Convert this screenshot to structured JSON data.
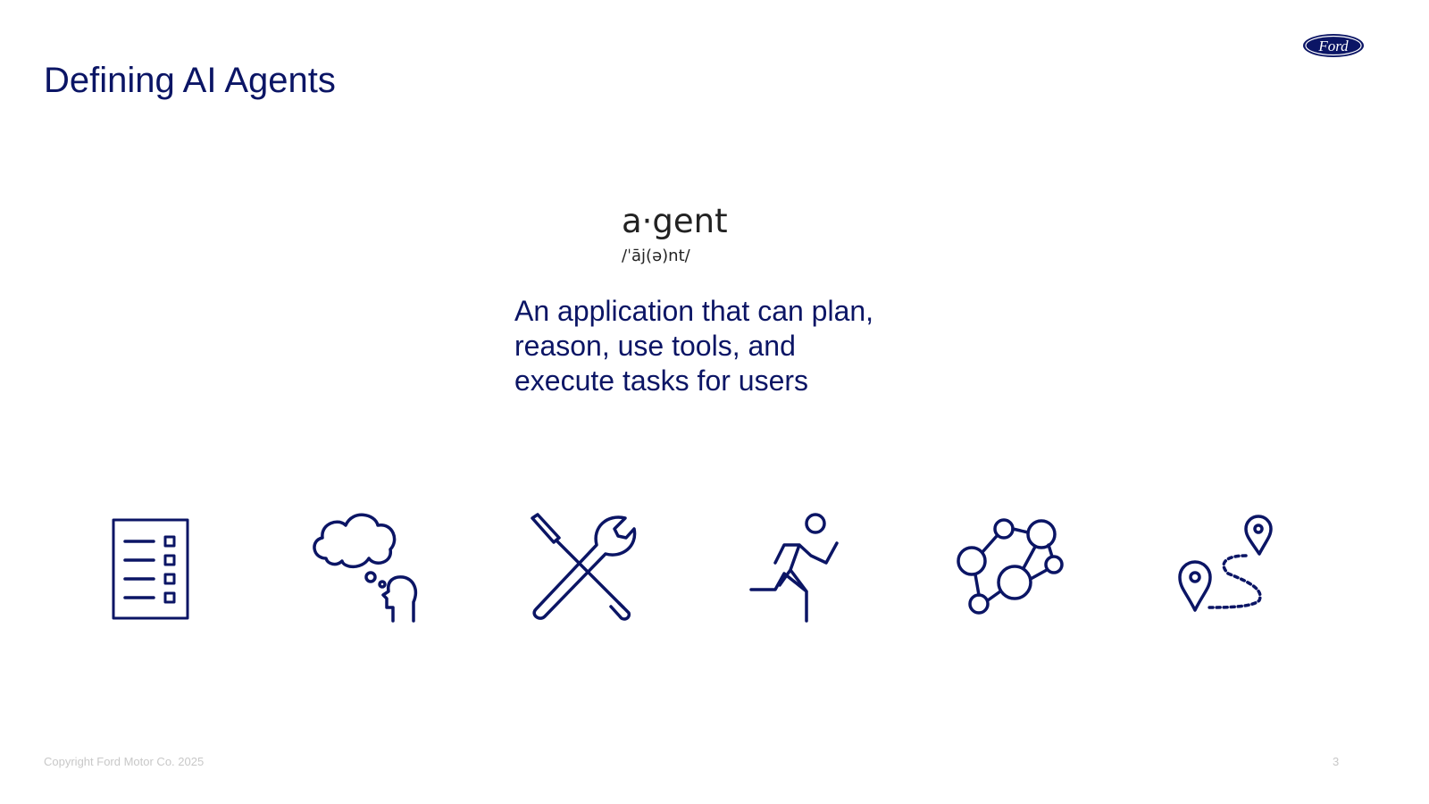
{
  "slide": {
    "title": "Defining AI Agents",
    "logo": "Ford",
    "page_number": "3"
  },
  "definition": {
    "word": "a·gent",
    "pronunciation": "/ˈāj(ə)nt/",
    "text": "An application that can plan, reason, use tools, and execute tasks for users"
  },
  "icons": [
    "checklist-icon",
    "thought-bubble-icon",
    "tools-icon",
    "running-person-icon",
    "network-people-icon",
    "route-icon"
  ],
  "footer": {
    "copyright": "Copyright Ford Motor Co. 2025"
  },
  "colors": {
    "primary": "#0b1565"
  }
}
